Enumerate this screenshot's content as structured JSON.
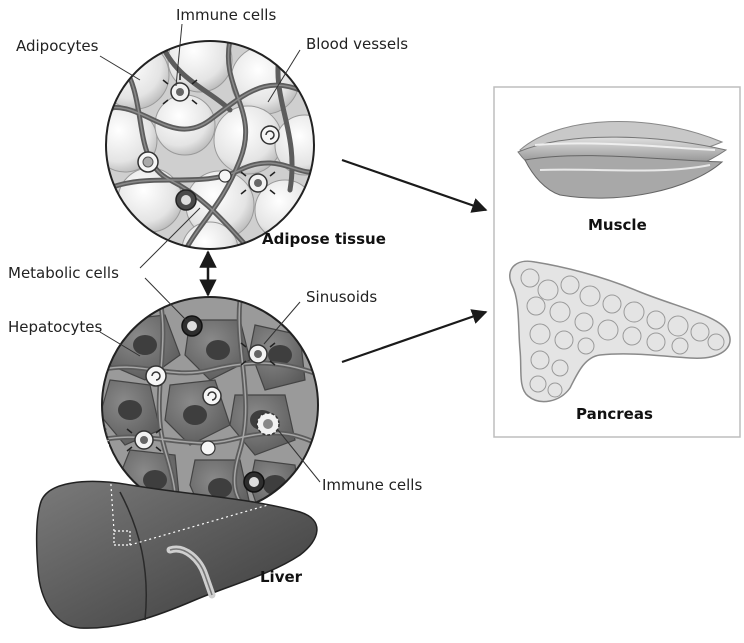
{
  "labels": {
    "immune_cells_top": "Immune cells",
    "adipocytes": "Adipocytes",
    "blood_vessels": "Blood vessels",
    "adipose_tissue": "Adipose tissue",
    "metabolic_cells": "Metabolic cells",
    "sinusoids": "Sinusoids",
    "hepatocytes": "Hepatocytes",
    "immune_cells_bottom": "Immune cells",
    "liver": "Liver",
    "muscle": "Muscle",
    "pancreas": "Pancreas"
  },
  "colors": {
    "vessel": "#5c5c5c",
    "adipocyte": "#e6e6e6",
    "hepatocyte": "#6e6e6e",
    "nucleus": "#3e3e3e",
    "liver": "#5a5a5a",
    "organ_box_border": "#bdbdbd",
    "arrow": "#1a1a1a"
  }
}
